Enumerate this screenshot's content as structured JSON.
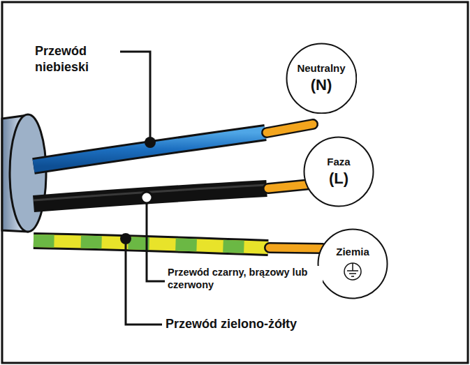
{
  "diagram": {
    "nodes": [
      {
        "text": [
          "Neutralny",
          "(N)"
        ]
      },
      {
        "text": [
          "Faza",
          "(L)"
        ]
      },
      {
        "text": [
          "Ziemia"
        ]
      }
    ],
    "labels": [
      "Przewód niebieski",
      "Przewód czarny, brązowy lub czerwony",
      "Przewód zielono-żółty"
    ]
  }
}
